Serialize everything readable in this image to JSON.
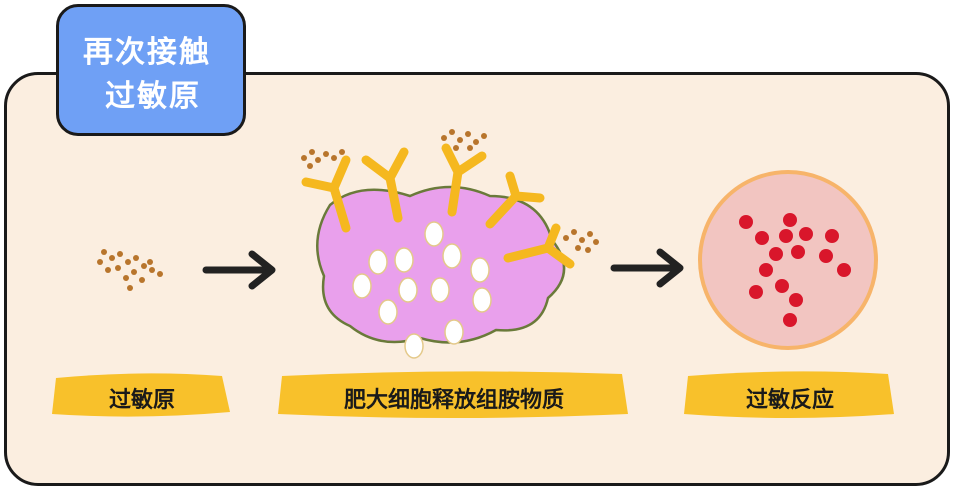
{
  "title": {
    "line1": "再次接触",
    "line2": "过敏原"
  },
  "labels": {
    "allergen": "过敏原",
    "mast_cell": "肥大细胞释放组胺物质",
    "reaction": "过敏反应"
  },
  "colors": {
    "panel": "#fbeee0",
    "title_tag": "#6fa0f5",
    "antibody": "#f5b81f",
    "cell": "#e9a0ec",
    "granule": "#ffffff",
    "allergen_dot": "#b8752c",
    "label_highlight": "#f8c12b",
    "reaction_circle": "#f2c5c1",
    "red_dot": "#d9162b",
    "arrow": "#222222"
  },
  "icons": [
    "arrow-right-icon",
    "antibody-icon",
    "allergen-particles-icon",
    "mast-cell-icon",
    "red-dots-icon"
  ]
}
